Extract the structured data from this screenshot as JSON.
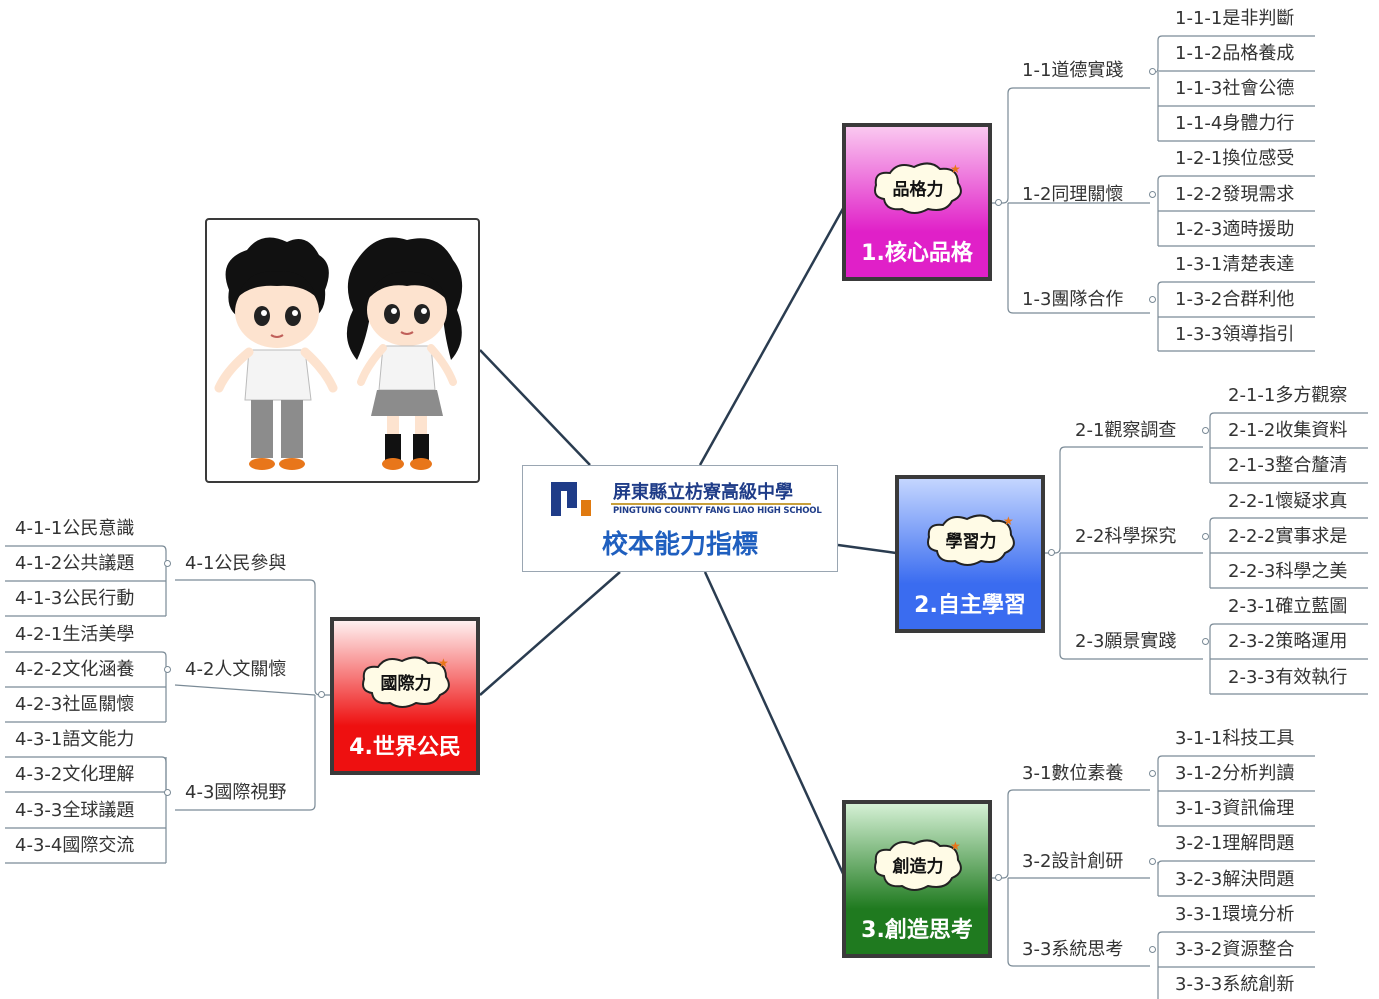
{
  "center": {
    "school_name": "屏東縣立枋寮高級中學",
    "school_name_en": "PINGTUNG COUNTY FANG LIAO HIGH SCHOOL",
    "title": "校本能力指標"
  },
  "badges": {
    "b1": "品格力",
    "b2": "學習力",
    "b3": "創造力",
    "b4": "國際力"
  },
  "hubs": {
    "h1": "1.核心品格",
    "h2": "2.自主學習",
    "h3": "3.創造思考",
    "h4": "4.世界公民"
  },
  "branches": {
    "b1_1": "1-1道德實踐",
    "b1_2": "1-2同理關懷",
    "b1_3": "1-3團隊合作",
    "b2_1": "2-1觀察調查",
    "b2_2": "2-2科學探究",
    "b2_3": "2-3願景實踐",
    "b3_1": "3-1數位素養",
    "b3_2": "3-2設計創研",
    "b3_3": "3-3系統思考",
    "b4_1": "4-1公民參與",
    "b4_2": "4-2人文關懷",
    "b4_3": "4-3國際視野"
  },
  "leaves": {
    "l111": "1-1-1是非判斷",
    "l112": "1-1-2品格養成",
    "l113": "1-1-3社會公德",
    "l114": "1-1-4身體力行",
    "l121": "1-2-1換位感受",
    "l122": "1-2-2發現需求",
    "l123": "1-2-3適時援助",
    "l131": "1-3-1清楚表達",
    "l132": "1-3-2合群利他",
    "l133": "1-3-3領導指引",
    "l211": "2-1-1多方觀察",
    "l212": "2-1-2收集資料",
    "l213": "2-1-3整合釐清",
    "l221": "2-2-1懷疑求真",
    "l222": "2-2-2實事求是",
    "l223": "2-2-3科學之美",
    "l231": "2-3-1確立藍圖",
    "l232": "2-3-2策略運用",
    "l233": "2-3-3有效執行",
    "l311": "3-1-1科技工具",
    "l312": "3-1-2分析判讀",
    "l313": "3-1-3資訊倫理",
    "l321": "3-2-1理解問題",
    "l323": "3-2-3解決問題",
    "l331": "3-3-1環境分析",
    "l332": "3-3-2資源整合",
    "l333": "3-3-3系統創新",
    "l411": "4-1-1公民意識",
    "l412": "4-1-2公共議題",
    "l413": "4-1-3公民行動",
    "l421": "4-2-1生活美學",
    "l422": "4-2-2文化涵養",
    "l423": "4-2-3社區關懷",
    "l431": "4-3-1語文能力",
    "l432": "4-3-2文化理解",
    "l433": "4-3-3全球議題",
    "l434": "4-3-4國際交流"
  },
  "colors": {
    "hub1": "#e020c8",
    "hub2": "#3a6cf0",
    "hub3": "#1f7a1f",
    "hub4": "#ee1010",
    "line": "#2a3c50",
    "title": "#1f5fbf"
  }
}
